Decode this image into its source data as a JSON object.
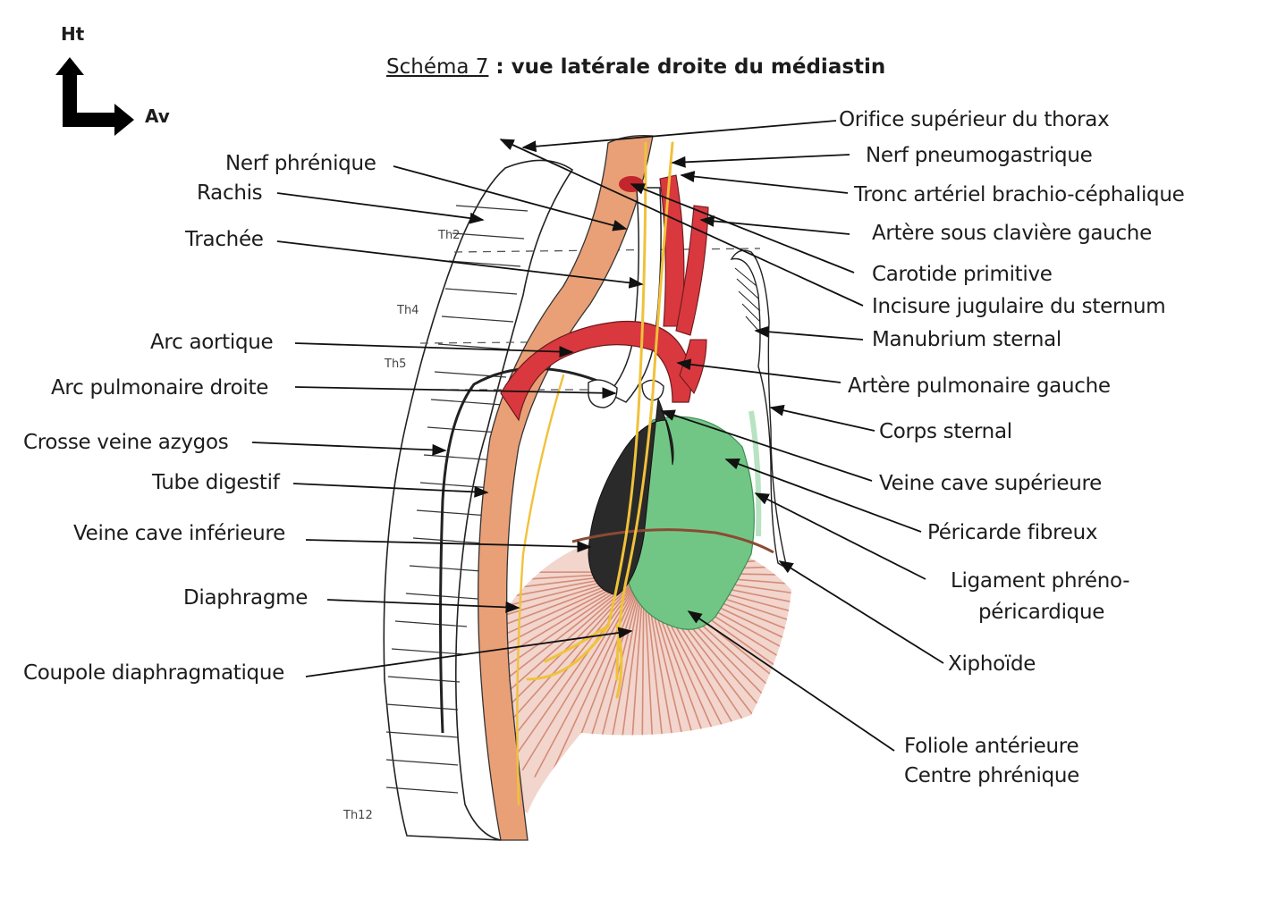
{
  "title": {
    "number": "Schéma 7",
    "separator": " : ",
    "text": "vue latérale droite du médiastin"
  },
  "orientation": {
    "up_label": "Ht",
    "forward_label": "Av"
  },
  "vertebra_labels": [
    "Th2",
    "Th4",
    "Th5",
    "Th12"
  ],
  "labels_left": [
    "Nerf phrénique",
    "Rachis",
    "Trachée",
    "Arc aortique",
    "Arc pulmonaire droite",
    "Crosse veine azygos",
    "Tube digestif",
    "Veine cave inférieure",
    "Diaphragme",
    "Coupole diaphragmatique"
  ],
  "labels_right": [
    "Orifice supérieur du thorax",
    "Nerf pneumogastrique",
    "Tronc artériel brachio-céphalique",
    "Artère sous clavière gauche",
    "Carotide primitive",
    "Incisure jugulaire du sternum",
    "Manubrium sternal",
    "Artère pulmonaire gauche",
    "Corps sternal",
    "Veine cave supérieure",
    "Péricarde fibreux",
    "Ligament phréno-",
    "péricardique",
    "Xiphoïde",
    "Foliole antérieure",
    "Centre phrénique"
  ],
  "colors": {
    "esophagus": "#e9a077",
    "artery": "#d9383f",
    "nerve": "#f0c23a",
    "pericardium": "#72c685",
    "vena_cava": "#2a2a2a",
    "diaphragm": "#c9735c",
    "line": "#1a1a1a"
  }
}
